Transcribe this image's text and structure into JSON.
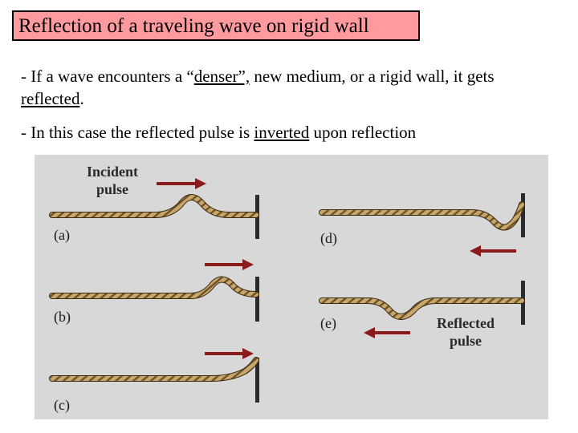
{
  "slide": {
    "title": "Reflection of a traveling wave on rigid wall",
    "bullets": [
      {
        "dash": "- ",
        "parts": [
          {
            "text": "If a wave encounters a “",
            "u": false
          },
          {
            "text": "denser”,",
            "u": true
          },
          {
            "text": " new medium, or a rigid wall, it gets ",
            "u": false
          },
          {
            "text": "reflected",
            "u": true
          },
          {
            "text": ".",
            "u": false
          }
        ]
      },
      {
        "dash": "- ",
        "parts": [
          {
            "text": "In this case the reflected pulse is ",
            "u": false
          },
          {
            "text": "inverted",
            "u": true
          },
          {
            "text": " upon reflection",
            "u": false
          }
        ]
      }
    ]
  },
  "figure": {
    "incident_label": [
      "Incident",
      "pulse"
    ],
    "reflected_label": [
      "Reflected",
      "pulse"
    ],
    "panels": [
      {
        "label": "(a)",
        "pulse": "up",
        "pulse_position": "middle",
        "arrow": "right"
      },
      {
        "label": "(b)",
        "pulse": "up",
        "pulse_position": "near wall",
        "arrow": "right"
      },
      {
        "label": "(c)",
        "pulse": "up",
        "pulse_position": "at wall",
        "arrow": "right"
      },
      {
        "label": "(d)",
        "pulse": "down",
        "pulse_position": "at wall",
        "arrow": "left"
      },
      {
        "label": "(e)",
        "pulse": "down",
        "pulse_position": "middle",
        "arrow": "left"
      }
    ],
    "colors": {
      "background": "#d8d8d8",
      "rope": "#c8a86a",
      "rope_shade": "#6e5128",
      "wall": "#2b2b2b",
      "arrow": "#8b1a1a"
    }
  }
}
